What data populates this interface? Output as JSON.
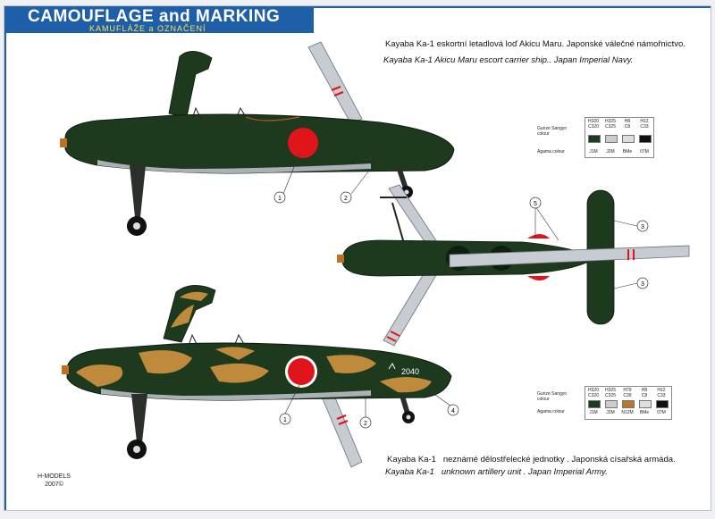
{
  "header": {
    "title": "CAMOUFLAGE and MARKING",
    "subtitle": "KAMUFLÁŽE a OZNAČENÍ"
  },
  "top_caption": {
    "cz": "Kayaba Ka-1 eskortní letadlová loď Akicu Maru. Japonské válečné námořnictvo.",
    "en": "Kayaba Ka-1  Akicu Maru escort   carrier ship.. Japan Imperial Navy."
  },
  "bottom_caption": {
    "cz_name": "Kayaba Ka-1",
    "cz_text": "neznámé dělostřelecké jednotky . Japonská císařská armáda.",
    "en_name": "Kayaba Ka-1",
    "en_text": "unknown artillery unit . Japan Imperial Army."
  },
  "legend_top": {
    "row1_label": "Gunze Sangyo",
    "row1_label2": "colour",
    "row2_label": "Agama colour",
    "columns": [
      {
        "code1": "H320",
        "code2": "C320",
        "agama": "J1M",
        "color": "#1c3a1f"
      },
      {
        "code1": "H325",
        "code2": "C325",
        "agama": "J2M",
        "color": "#c9cccd"
      },
      {
        "code1": "H8",
        "code2": "C8",
        "agama": "BMe",
        "color": "#dcdfe2"
      },
      {
        "code1": "H12",
        "code2": "C33",
        "agama": "07M",
        "color": "#101010"
      }
    ]
  },
  "legend_bottom": {
    "row1_label": "Gunze Sangyo",
    "row1_label2": "colour",
    "row2_label": "Agama colour",
    "columns": [
      {
        "code1": "H320",
        "code2": "C320",
        "agama": "J1M",
        "color": "#1c3a1f"
      },
      {
        "code1": "H325",
        "code2": "C325",
        "agama": "J2M",
        "color": "#c9cccd"
      },
      {
        "code1": "H79",
        "code2": "C39",
        "agama": "N12M",
        "color": "#b87a2a"
      },
      {
        "code1": "H8",
        "code2": "C8",
        "agama": "BMe",
        "color": "#dcdfe2"
      },
      {
        "code1": "H12",
        "code2": "C33",
        "agama": "07M",
        "color": "#101010"
      }
    ]
  },
  "callouts": [
    "1",
    "2",
    "3",
    "4",
    "5"
  ],
  "tail_number": "2040",
  "footer": {
    "brand": "H-MODELS",
    "year": "2007"
  },
  "colors": {
    "dark_green": "#1d3a1e",
    "tan": "#c08a3c",
    "hinomaru": "#e0151b",
    "accent_blue": "#1f5fa8",
    "rotor_grey": "#c7ccd2"
  }
}
